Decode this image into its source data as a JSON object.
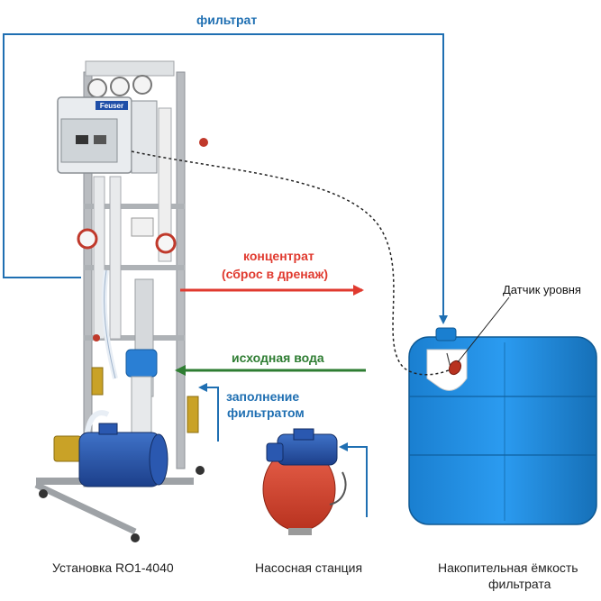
{
  "labels": {
    "filtrate": "фильтрат",
    "concentrate_line1": "концентрат",
    "concentrate_line2": "(сброс в дренаж)",
    "source_water": "исходная вода",
    "fill_line1": "заполнение",
    "fill_line2": "фильтратом",
    "level_sensor": "Датчик уровня",
    "unit_caption": "Установка RO1-4040",
    "pump_caption": "Насосная станция",
    "tank_caption_line1": "Накопительная ёмкость",
    "tank_caption_line2": "фильтрата",
    "brand": "Feuser"
  },
  "colors": {
    "filtrate_line": "#1f6fb2",
    "concentrate": "#e03a2f",
    "source_water": "#2e7d32",
    "fill": "#1f6fb2",
    "tank": "#1e8fe0",
    "pump_tank": "#d9432f",
    "motor": "#1f4fa8",
    "frame": "#b9bcc0",
    "sensor_wire": "#222222"
  }
}
